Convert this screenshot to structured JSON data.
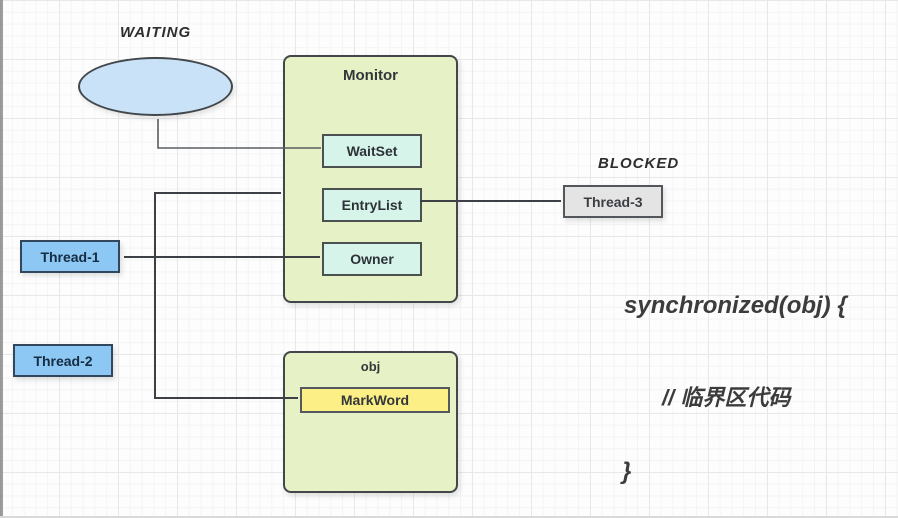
{
  "labels": {
    "waiting": "WAITING",
    "blocked": "BLOCKED"
  },
  "monitor": {
    "title": "Monitor",
    "slots": {
      "waitset": "WaitSet",
      "entrylist": "EntryList",
      "owner": "Owner"
    }
  },
  "object": {
    "title": "obj",
    "markword": "MarkWord"
  },
  "threads": {
    "thread1": "Thread-1",
    "thread2": "Thread-2",
    "thread3": "Thread-3"
  },
  "code": {
    "line1": "synchronized(obj) {",
    "line2": "// 临界区代码",
    "line3": "}"
  },
  "colors": {
    "monitor_fill": "#e6f2c5",
    "slot_fill": "#d7f4ea",
    "thread_fill": "#8cc8f3",
    "blocked_thread_fill": "#e4e4e4",
    "markword_fill": "#fbef85",
    "waiting_ellipse_fill": "#c9e2f7",
    "connector": "#3d4145"
  }
}
